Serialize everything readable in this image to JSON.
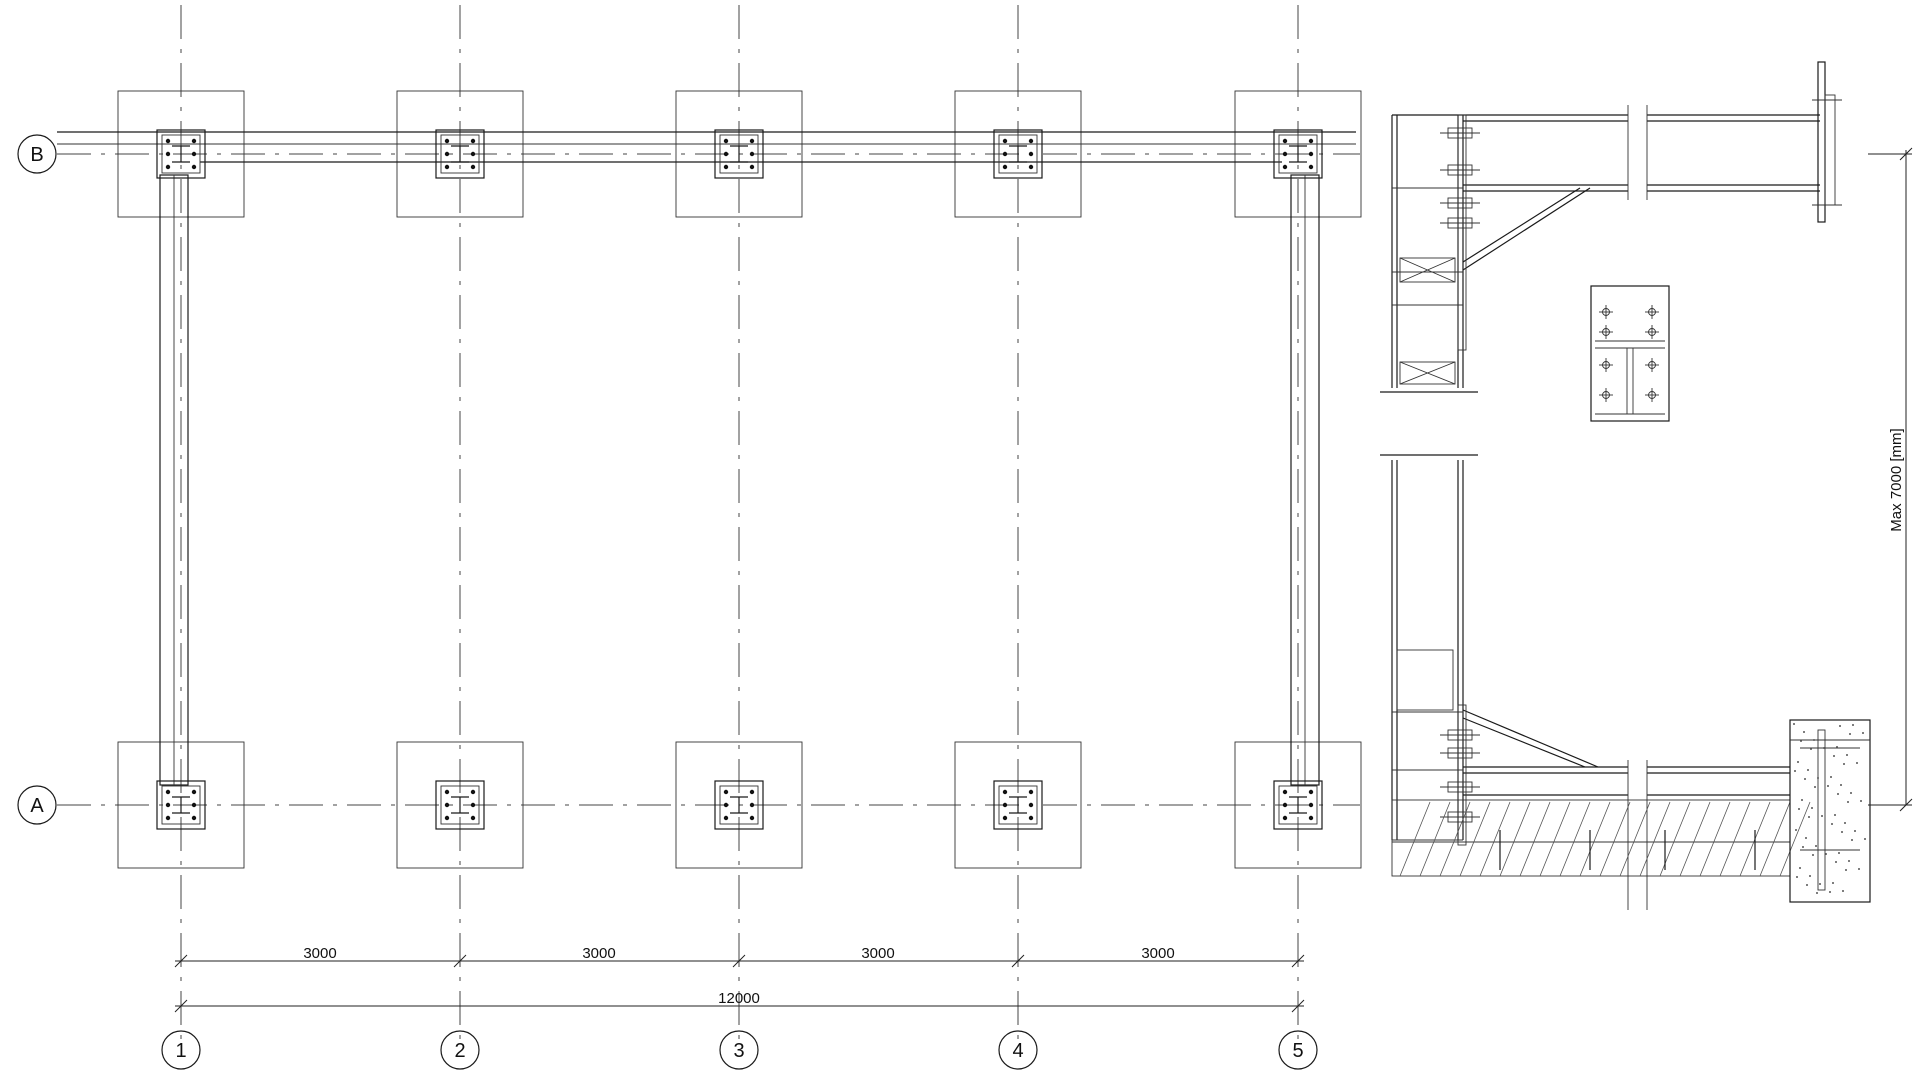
{
  "grid": {
    "columns": [
      "1",
      "2",
      "3",
      "4",
      "5"
    ],
    "rows": [
      "B",
      "A"
    ]
  },
  "dimensions": {
    "spans": [
      "3000",
      "3000",
      "3000",
      "3000"
    ],
    "total": "12000",
    "max_height": "Max 7000 [mm]"
  }
}
